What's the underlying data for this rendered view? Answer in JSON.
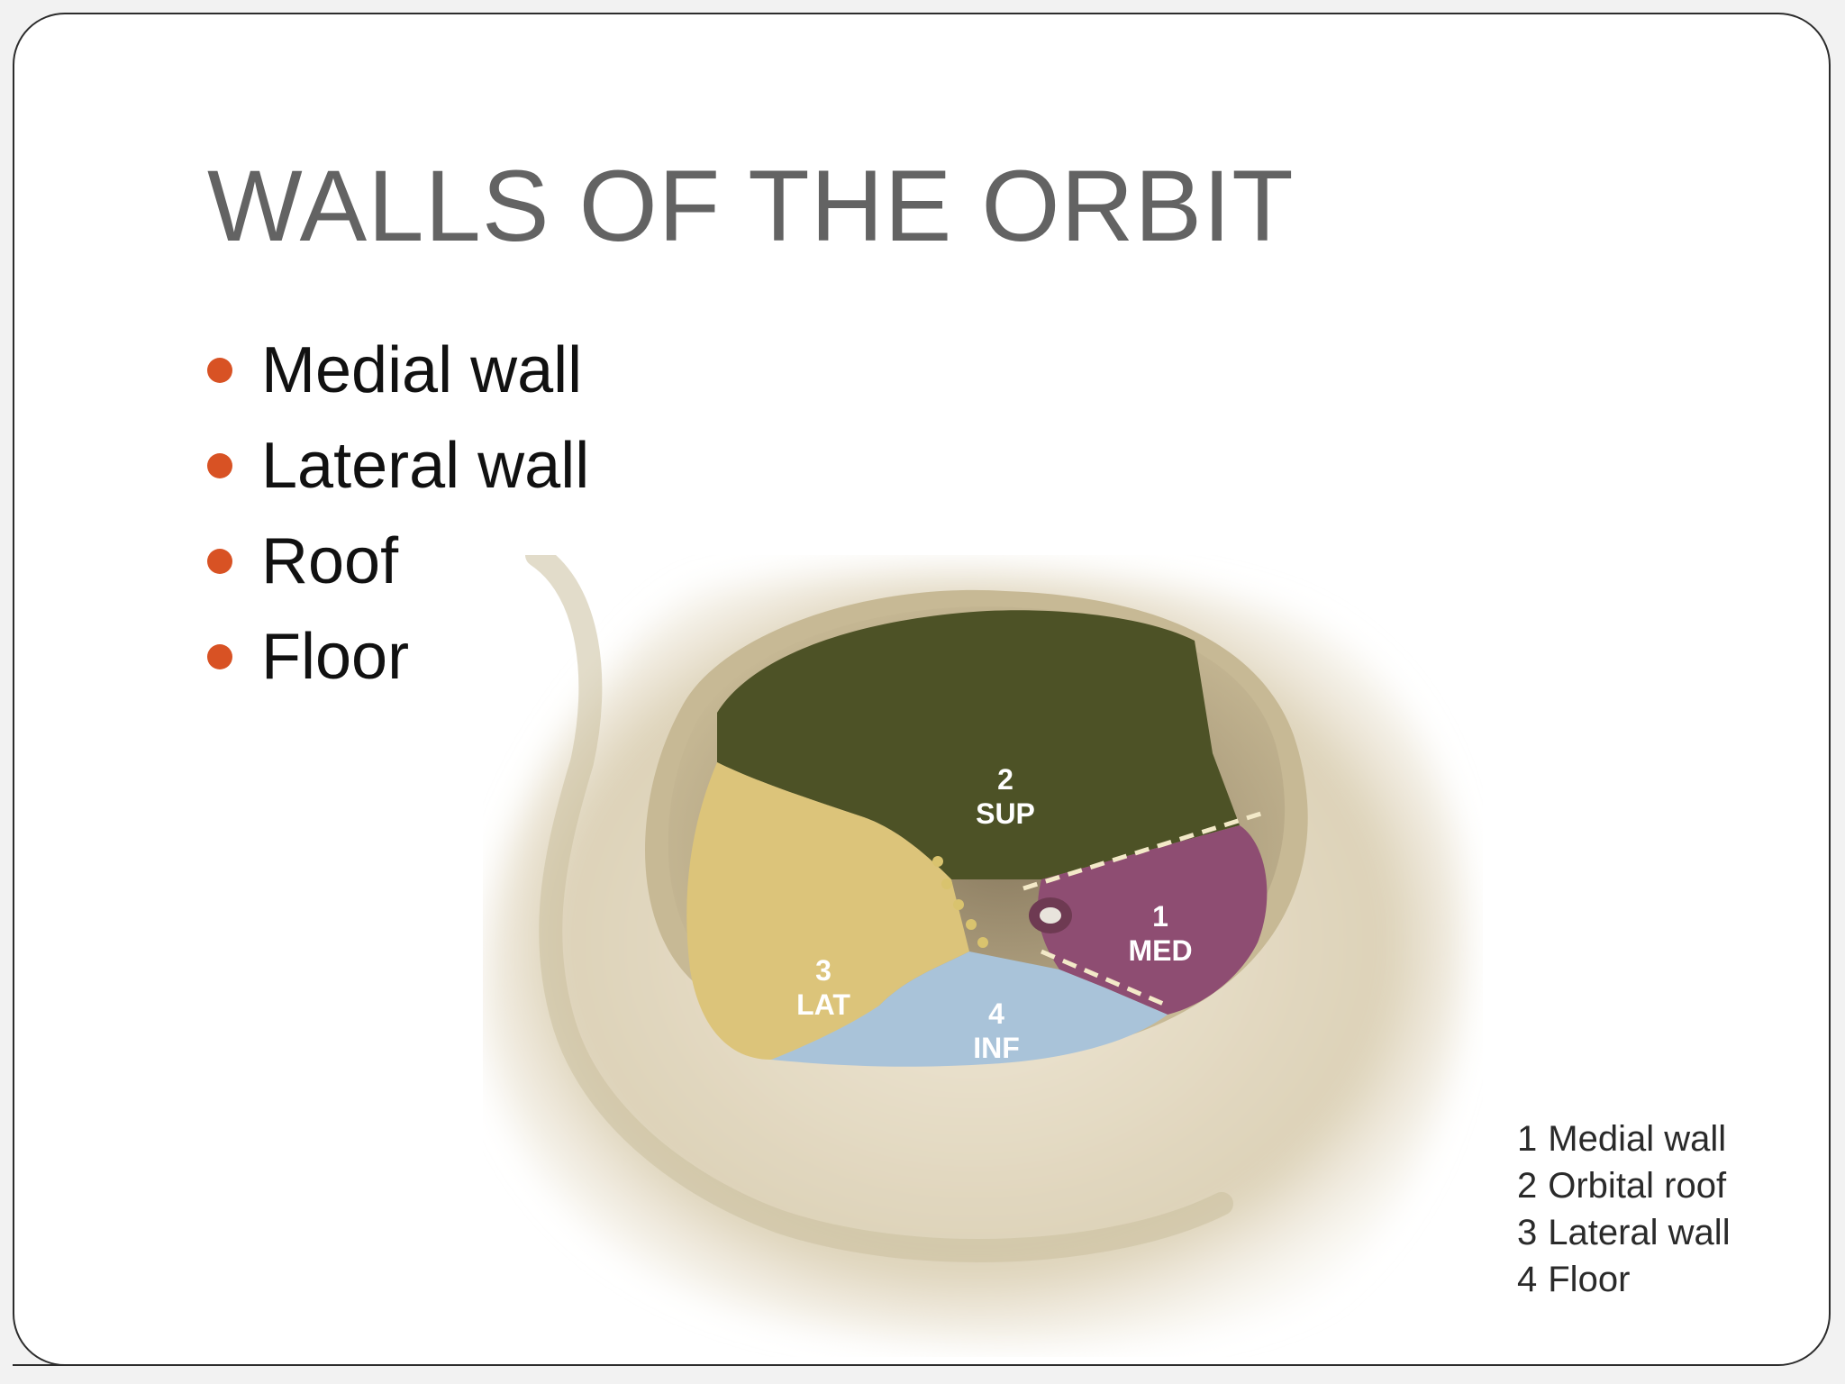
{
  "slide": {
    "title": "WALLS OF THE ORBIT",
    "bullets": [
      "Medial wall",
      "Lateral wall",
      "Roof",
      "Floor"
    ],
    "bullet_color": "#d85224"
  },
  "figure": {
    "labels": {
      "sup_num": "2",
      "sup_text": "SUP",
      "med_num": "1",
      "med_text": "MED",
      "lat_num": "3",
      "lat_text": "LAT",
      "inf_num": "4",
      "inf_text": "INF"
    },
    "colors": {
      "bone": "#e0d6c0",
      "roof": "#4d5226",
      "medial": "#8e4d72",
      "lateral": "#dcc47a",
      "floor": "#a9c3d9"
    },
    "legend": [
      {
        "num": "1",
        "label": "Medial wall"
      },
      {
        "num": "2",
        "label": "Orbital roof"
      },
      {
        "num": "3",
        "label": "Lateral wall"
      },
      {
        "num": "4",
        "label": "Floor"
      }
    ]
  }
}
